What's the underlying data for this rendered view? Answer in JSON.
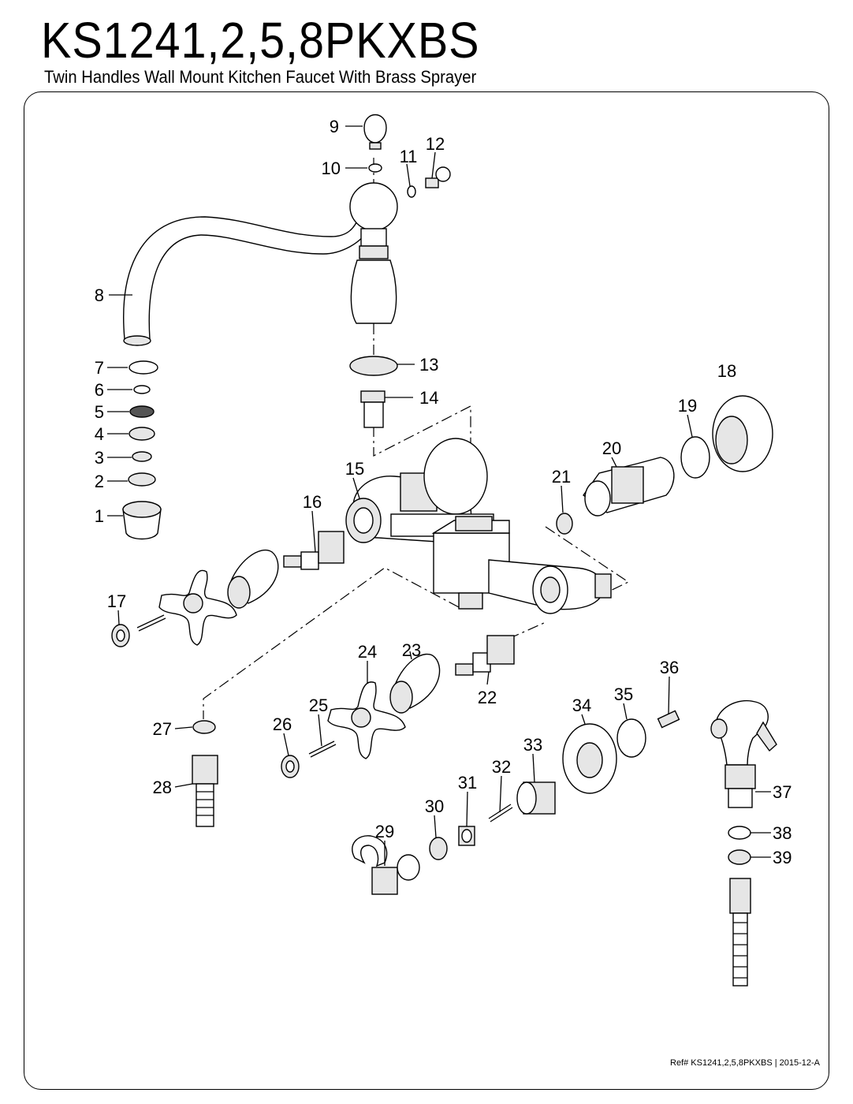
{
  "header": {
    "title": "KS1241,2,5,8PKXBS",
    "subtitle": "Twin Handles Wall Mount  Kitchen Faucet With Brass Sprayer"
  },
  "footer": {
    "reference": "Ref# KS1241,2,5,8PKXBS | 2015-12-A"
  },
  "callouts": [
    "1",
    "2",
    "3",
    "4",
    "5",
    "6",
    "7",
    "8",
    "9",
    "10",
    "11",
    "12",
    "13",
    "14",
    "15",
    "16",
    "17",
    "18",
    "19",
    "20",
    "21",
    "22",
    "23",
    "24",
    "25",
    "26",
    "27",
    "28",
    "29",
    "30",
    "31",
    "32",
    "33",
    "34",
    "35",
    "36",
    "37",
    "38",
    "39"
  ]
}
